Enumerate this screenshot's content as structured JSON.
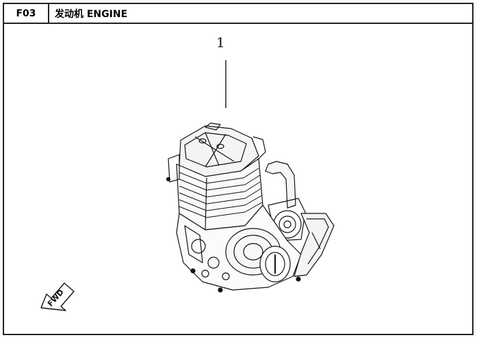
{
  "header": {
    "code": "F03",
    "title": "发动机 ENGINE"
  },
  "diagram": {
    "callout_number": "1",
    "direction_label": "FWD"
  }
}
